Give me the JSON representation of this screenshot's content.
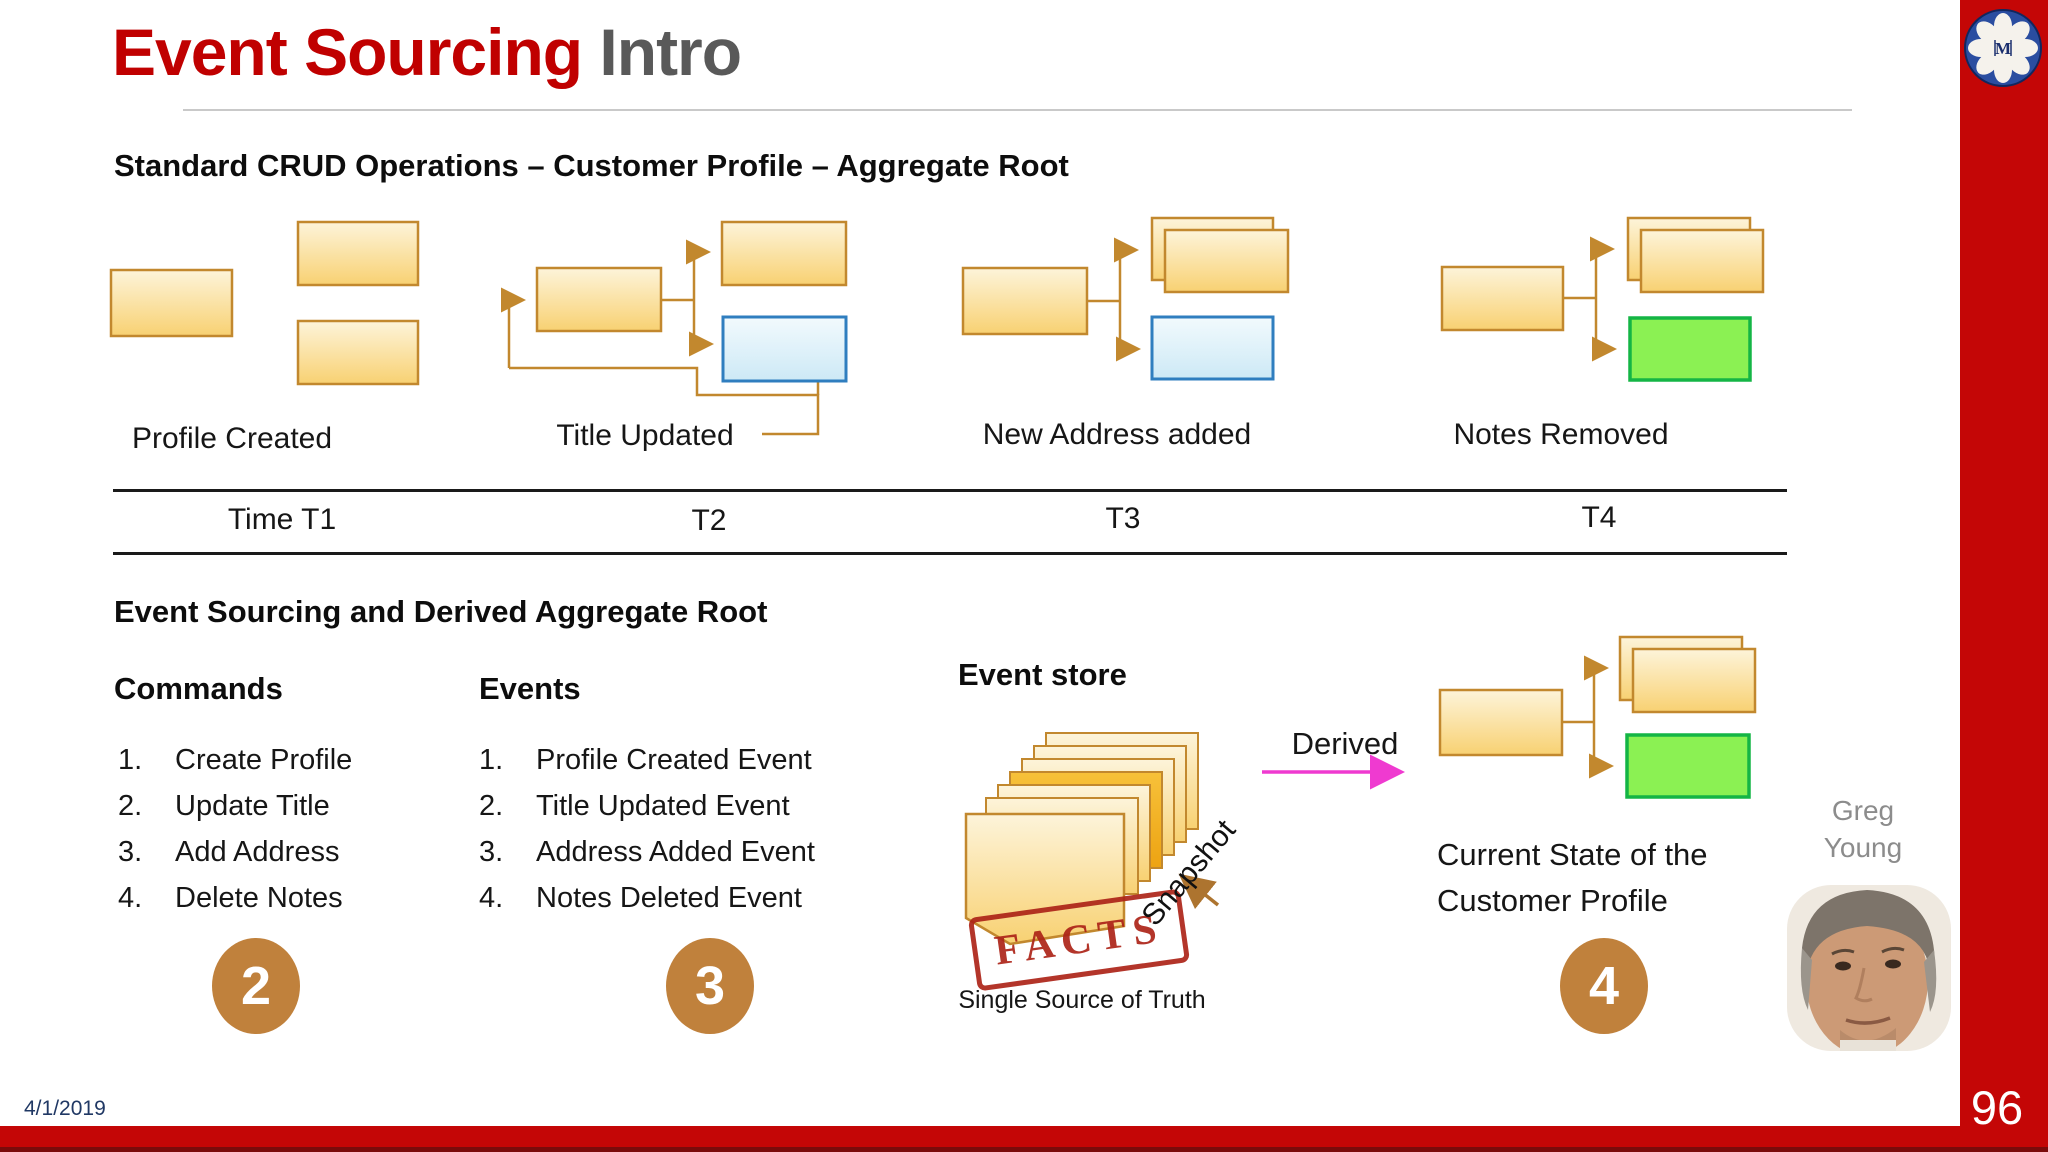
{
  "slide": {
    "title_accent": "Event Sourcing",
    "title_rest": " Intro",
    "date": "4/1/2019",
    "page_number": "96",
    "logo_letter": "M"
  },
  "crud": {
    "heading": "Standard CRUD Operations – Customer Profile – Aggregate Root",
    "stage_labels": [
      "Profile Created",
      "Title Updated",
      "New Address added",
      "Notes Removed"
    ],
    "time_labels": [
      "Time T1",
      "T2",
      "T3",
      "T4"
    ]
  },
  "es": {
    "heading": "Event Sourcing and Derived Aggregate Root",
    "commands_heading": "Commands",
    "commands": [
      "Create Profile",
      "Update Title",
      "Add Address",
      "Delete Notes"
    ],
    "events_heading": "Events",
    "events": [
      "Profile Created Event",
      "Title Updated Event",
      "Address Added Event",
      "Notes Deleted Event"
    ],
    "numbers": [
      "1.",
      "2.",
      "3.",
      "4."
    ],
    "badges": {
      "commands": "2",
      "events": "3",
      "current_state": "4"
    },
    "event_store_heading": "Event store",
    "stamp": "FACTS",
    "snapshot": "Snapshot",
    "single_source": "Single Source of Truth",
    "derived": "Derived",
    "current_state_line1": "Current State of the",
    "current_state_line2": "Customer Profile",
    "author_line1": "Greg",
    "author_line2": "Young"
  },
  "colors": {
    "accent_red": "#c00000",
    "title_gray": "#595959",
    "box_border": "#c2882e",
    "blue_border": "#2f7ebf",
    "green_fill": "#8bf153",
    "green_border": "#14b545",
    "badge_fill": "#c0813c",
    "derived_arrow": "#ef3ad0",
    "stamp_red": "#ad2418",
    "date_navy": "#203864"
  }
}
